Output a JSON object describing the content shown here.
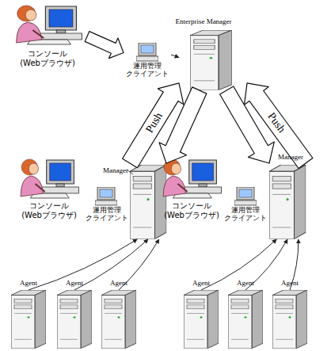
{
  "diagram": {
    "nodes": [
      {
        "text": [
          "コンソール (Webブラウザ)"
        ]
      },
      {
        "text": [
          "運用管理 クライアント"
        ]
      },
      {
        "text": [
          "Enterprise Manager"
        ]
      },
      {
        "text": [
          "コンソール (Webブラウザ)"
        ]
      },
      {
        "text": [
          "運用管理 クライアント"
        ]
      },
      {
        "text": [
          "Manager"
        ]
      },
      {
        "text": [
          "コンソール (Webブラウザ)"
        ]
      },
      {
        "text": [
          "運用管理 クライアント"
        ]
      },
      {
        "text": [
          "Manager"
        ]
      },
      {
        "text": [
          "Agent"
        ]
      },
      {
        "text": [
          "Agent"
        ]
      },
      {
        "text": [
          "Agent"
        ]
      },
      {
        "text": [
          "Agent"
        ]
      },
      {
        "text": [
          "Agent"
        ]
      },
      {
        "text": [
          "Agent"
        ]
      }
    ],
    "edges": [
      {
        "from": 0,
        "to": 1,
        "arrow": "to"
      },
      {
        "from": 1,
        "to": 2,
        "arrow": "to"
      },
      {
        "from": 2,
        "to": 5,
        "arrow": "to"
      },
      {
        "from": 5,
        "to": 2,
        "label": "Push",
        "arrow": "to"
      },
      {
        "from": 2,
        "to": 8,
        "arrow": "to"
      },
      {
        "from": 8,
        "to": 2,
        "label": "Push",
        "arrow": "to"
      },
      {
        "from": 9,
        "to": 5,
        "arrow": "to"
      },
      {
        "from": 10,
        "to": 5,
        "arrow": "to"
      },
      {
        "from": 11,
        "to": 5,
        "arrow": "to"
      },
      {
        "from": 12,
        "to": 8,
        "arrow": "to"
      },
      {
        "from": 13,
        "to": 8,
        "arrow": "to"
      },
      {
        "from": 14,
        "to": 8,
        "arrow": "to"
      }
    ]
  }
}
